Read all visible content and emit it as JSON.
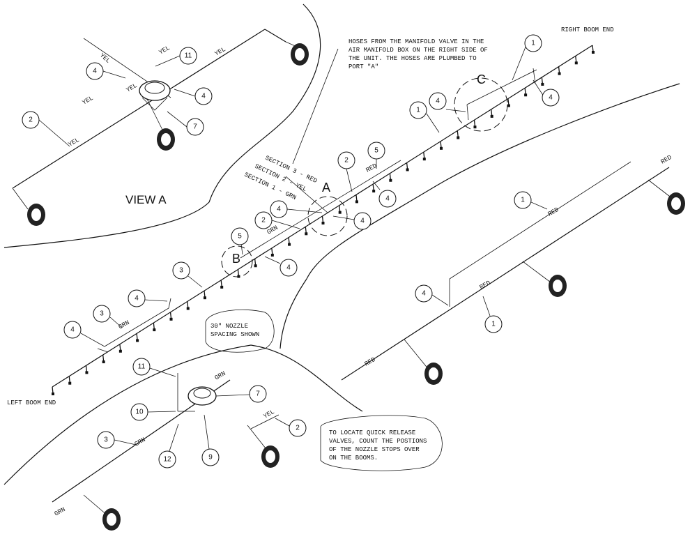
{
  "labels": {
    "view_a": "VIEW A",
    "right_boom_end": "RIGHT BOOM END",
    "left_boom_end": "LEFT BOOM END",
    "section_3": "SECTION 3 - RED",
    "section_2": "SECTION 2 - YEL",
    "section_1": "SECTION 1 - GRN",
    "detail_a": "A",
    "detail_b": "B",
    "detail_c": "C"
  },
  "notes": {
    "hoses": [
      "HOSES FROM THE MANIFOLD VALVE IN THE",
      "AIR MANIFOLD BOX ON THE RIGHT SIDE OF",
      "THE UNIT. THE HOSES ARE PLUMBED TO",
      "PORT \"A\""
    ],
    "spacing": [
      "30\" NOZZLE",
      "SPACING SHOWN"
    ],
    "quick_release": [
      "TO LOCATE QUICK RELEASE",
      "VALVES, COUNT THE POSTIONS",
      "OF THE NOZZLE STOPS OVER",
      "ON THE BOOMS."
    ]
  },
  "hose_tags": {
    "yel": "YEL",
    "grn": "GRN",
    "red": "RED"
  },
  "balloons": [
    "11",
    "4",
    "4",
    "2",
    "7",
    "4",
    "1",
    "1",
    "5",
    "2",
    "4",
    "4",
    "2",
    "4",
    "4",
    "5",
    "4",
    "3",
    "3",
    "4",
    "4",
    "1",
    "4",
    "1",
    "11",
    "7",
    "10",
    "3",
    "12",
    "9",
    "2"
  ]
}
